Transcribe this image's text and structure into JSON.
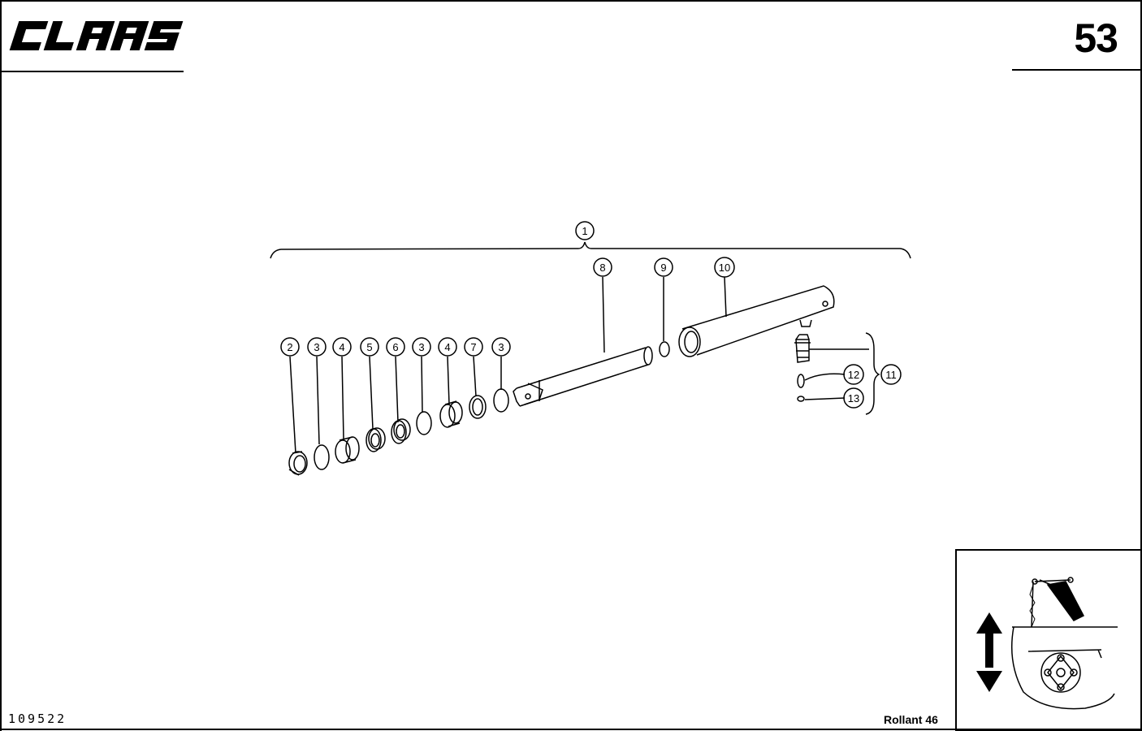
{
  "header": {
    "brand": "CLAAS",
    "page_number": "53"
  },
  "footer": {
    "drawing_number": "109522",
    "model": "Rollant 46"
  },
  "diagram": {
    "assembly_callout": "1",
    "callouts_row": [
      "2",
      "3",
      "4",
      "5",
      "6",
      "3",
      "4",
      "7",
      "3"
    ],
    "callouts_upper": [
      "8",
      "9",
      "10"
    ],
    "callouts_fitting": [
      "11",
      "12",
      "13"
    ]
  },
  "colors": {
    "line": "#000000",
    "background": "#ffffff"
  }
}
